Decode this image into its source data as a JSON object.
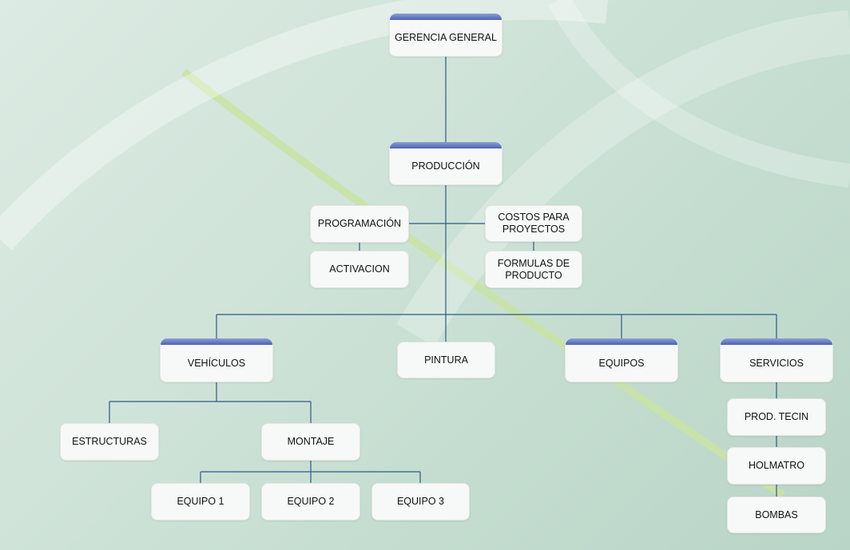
{
  "diagram": {
    "nodes": {
      "gerencia": "GERENCIA GENERAL",
      "produccion": "PRODUCCIÓN",
      "programacion": "PROGRAMACIÓN",
      "costos": "COSTOS PARA PROYECTOS",
      "activacion": "ACTIVACION",
      "formulas": "FORMULAS DE PRODUCTO",
      "vehiculos": "VEHÍCULOS",
      "pintura": "PINTURA",
      "equipos": "EQUIPOS",
      "servicios": "SERVICIOS",
      "estructuras": "ESTRUCTURAS",
      "montaje": "MONTAJE",
      "equipo1": "EQUIPO 1",
      "equipo2": "EQUIPO 2",
      "equipo3": "EQUIPO 3",
      "prod_tecin": "PROD. TECIN",
      "holmatro": "HOLMATRO",
      "bombas": "BOMBAS"
    },
    "colors": {
      "connector": "#2d5a86",
      "header_bar": "#4b62b0",
      "box_fill": "#f7f8f8"
    }
  }
}
